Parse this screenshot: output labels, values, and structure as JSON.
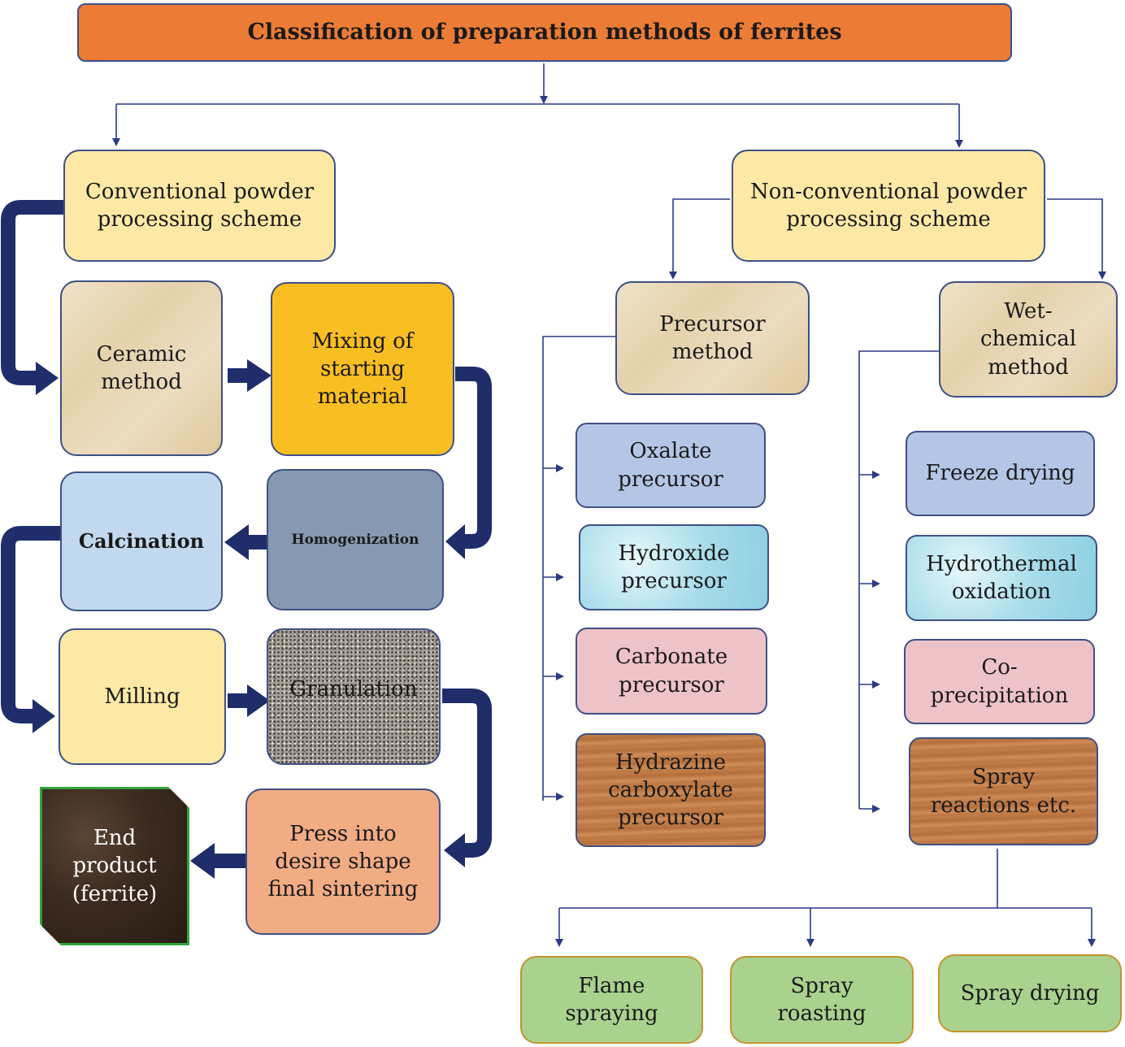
{
  "title": "Classification of preparation methods of ferrites",
  "conventional": {
    "heading": "Conventional powder\nprocessing scheme",
    "ceramic": "Ceramic\nmethod",
    "mixing": "Mixing of\nstarting\nmaterial",
    "homogenization": "Homogenization",
    "calcination": "Calcination",
    "milling": "Milling",
    "granulation": "Granulation",
    "press": "Press into\ndesire shape\nfinal sintering",
    "end_product": "End\nproduct\n(ferrite)"
  },
  "nonconventional": {
    "heading": "Non-conventional powder\nprocessing scheme",
    "precursor": "Precursor\nmethod",
    "wet": "Wet-\nchemical\nmethod",
    "precursor_items": [
      "Oxalate\nprecursor",
      "Hydroxide\nprecursor",
      "Carbonate\nprecursor",
      "Hydrazine\ncarboxylate\nprecursor"
    ],
    "wet_items": [
      "Freeze drying",
      "Hydrothermal\noxidation",
      "Co-\nprecipitation",
      "Spray\nreactions etc."
    ],
    "spray_items": [
      "Flame\nspraying",
      "Spray\nroasting",
      "Spray drying"
    ]
  },
  "colors": {
    "line": "#2b3a86",
    "thick_arrow": "#1f2d6b",
    "title_fill": "#ec7c35"
  }
}
